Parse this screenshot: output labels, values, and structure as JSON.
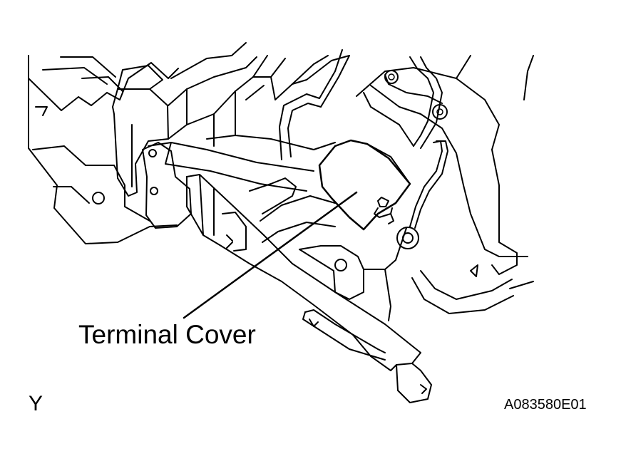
{
  "callout": {
    "label": "Terminal Cover",
    "target_icon": "terminal-cover-icon"
  },
  "view_letter": "Y",
  "figure_code": "A083580E01",
  "colors": {
    "line": "#000000",
    "background": "#ffffff"
  }
}
